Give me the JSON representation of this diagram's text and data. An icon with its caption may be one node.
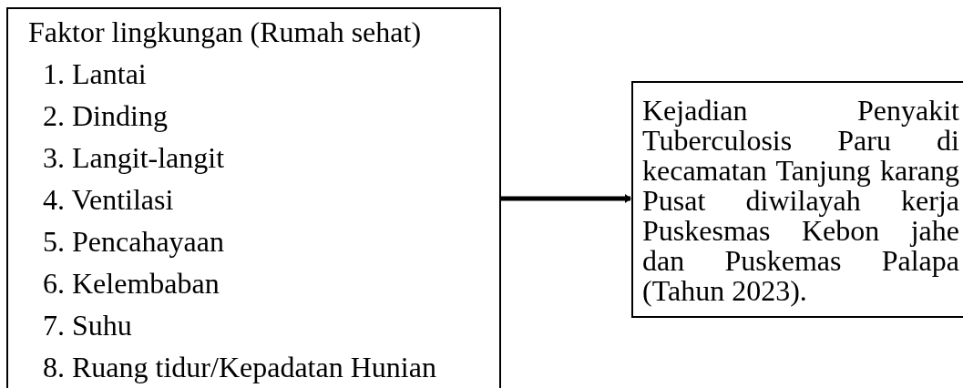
{
  "diagram": {
    "nodes": [
      {
        "text": [
          "Faktor lingkungan (Rumah sehat)",
          "1. Lantai",
          "2. Dinding",
          "3. Langit-langit",
          "4. Ventilasi",
          "5. Pencahayaan",
          "6. Kelembaban",
          "7. Suhu",
          "8. Ruang tidur/Kepadatan Hunian"
        ]
      },
      {
        "text": [
          "Kejadian Penyakit Tuberculosis Paru di kecamatan Tanjung karang Pusat diwilayah kerja Puskesmas Kebon jahe dan Puskemas Palapa (Tahun 2023)."
        ]
      }
    ],
    "edges": [
      {
        "from": 0,
        "to": 1,
        "arrow": "to"
      }
    ]
  }
}
